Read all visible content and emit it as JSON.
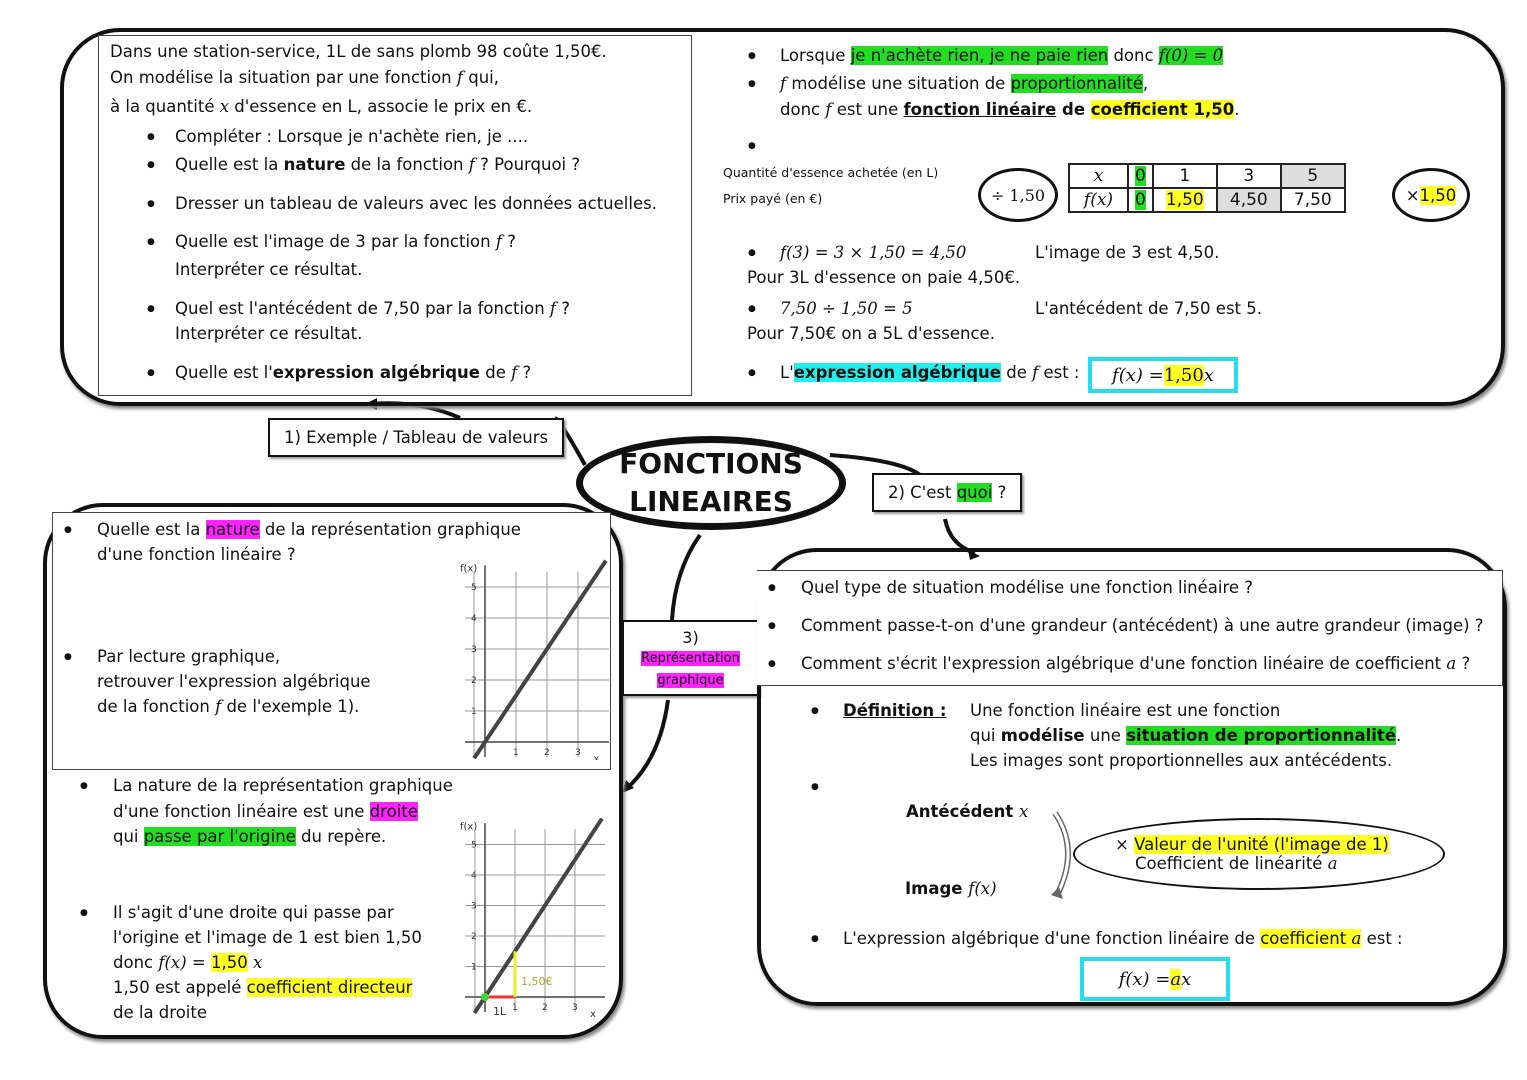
{
  "title": [
    "FONCTIONS",
    "LINEAIRES"
  ],
  "labels": {
    "ex": "1) Exemple / Tableau de valeurs",
    "quoi": [
      {
        "t": "2) C'est "
      },
      {
        "t": "quoi",
        "c": "green"
      },
      {
        "t": " ?"
      }
    ],
    "rep_num": "3)",
    "rep_text": "Représentation graphique"
  },
  "top_left": {
    "intro": [
      [
        {
          "t": "Dans une station-service, 1L de sans plomb 98 coûte 1,50€."
        }
      ],
      [
        {
          "t": "On modélise la situation par une fonction "
        },
        {
          "t": "f",
          "m": true
        },
        {
          "t": " qui,"
        }
      ],
      [
        {
          "t": "à la quantité "
        },
        {
          "t": "x",
          "m": true
        },
        {
          "t": " d'essence en L, associe le prix en €."
        }
      ]
    ],
    "questions": [
      [
        {
          "t": "Compléter : Lorsque je n'achète rien, je ...."
        }
      ],
      [
        {
          "t": "Quelle est la "
        },
        {
          "t": "nature",
          "b": true
        },
        {
          "t": " de la fonction "
        },
        {
          "t": "f",
          "m": true
        },
        {
          "t": " ? Pourquoi ?"
        }
      ],
      [
        {
          "t": "Dresser un tableau de valeurs avec les données actuelles."
        }
      ],
      [
        {
          "t": "Quelle est l'image de 3 par la fonction "
        },
        {
          "t": "f",
          "m": true
        },
        {
          "t": " ?"
        }
      ],
      [
        {
          "t": "Interpréter ce résultat."
        }
      ],
      [
        {
          "t": "Quel est l'antécédent de 7,50 par la fonction "
        },
        {
          "t": "f",
          "m": true
        },
        {
          "t": " ?"
        }
      ],
      [
        {
          "t": "Interpréter ce résultat."
        }
      ],
      [
        {
          "t": "Quelle est l'"
        },
        {
          "t": "expression algébrique",
          "b": true
        },
        {
          "t": " de "
        },
        {
          "t": "f",
          "m": true
        },
        {
          "t": " ?"
        }
      ]
    ]
  },
  "top_right": {
    "l1": [
      {
        "t": "Lorsque "
      },
      {
        "t": "je n'achète rien, je ne paie rien",
        "c": "green"
      },
      {
        "t": "    donc "
      },
      {
        "t": "f(0) = 0",
        "c": "green",
        "m": true
      }
    ],
    "l2": [
      {
        "t": "f",
        "m": true
      },
      {
        "t": " modélise une situation de "
      },
      {
        "t": "proportionnalité",
        "c": "green"
      },
      {
        "t": ","
      }
    ],
    "l3": [
      {
        "t": "donc "
      },
      {
        "t": "f",
        "m": true
      },
      {
        "t": " est une "
      },
      {
        "t": "fonction linéaire",
        "b": true,
        "u": true
      },
      {
        "t": " de ",
        "b": true
      },
      {
        "t": "coefficient 1,50",
        "b": true,
        "c": "yellow"
      },
      {
        "t": "."
      }
    ],
    "row_labels": [
      "Quantité d'essence achetée (en L)",
      "Prix payé (en €)"
    ],
    "table": {
      "x_label": "x",
      "fx_label": "f(x)",
      "x": [
        "0",
        "1",
        "3",
        "5"
      ],
      "fx": [
        "0",
        "1,50",
        "4,50",
        "7,50"
      ]
    },
    "div_op": "÷ 1,50",
    "mul_op": "× ",
    "mul_val": "1,50",
    "image_calc": "f(3) =  3 × 1,50 = 4,50",
    "image_text": "L'image de 3 est 4,50.",
    "image_interp": "Pour 3L d'essence on paie 4,50€.",
    "ante_calc": "7,50  ÷ 1,50 = 5",
    "ante_text": "L'antécédent de 7,50 est 5.",
    "ante_interp": "Pour 7,50€ on a 5L d'essence.",
    "expr": [
      {
        "t": "L'"
      },
      {
        "t": "expression algébrique",
        "b": true,
        "c": "cyan"
      },
      {
        "t": " de "
      },
      {
        "t": "f",
        "m": true
      },
      {
        "t": " est :"
      }
    ],
    "formula": [
      {
        "t": "f(x) = ",
        "m": true
      },
      {
        "t": "1,50",
        "c": "yellow"
      },
      {
        "t": " x",
        "m": true
      }
    ]
  },
  "left": {
    "q1": [
      [
        {
          "t": "Quelle est la "
        },
        {
          "t": "nature",
          "c": "magenta"
        },
        {
          "t": " de la représentation graphique"
        }
      ],
      [
        {
          "t": "d'une fonction linéaire ?"
        }
      ]
    ],
    "q2": [
      [
        {
          "t": "Par lecture graphique,"
        }
      ],
      [
        {
          "t": "retrouver l'expression algébrique"
        }
      ],
      [
        {
          "t": "de la fonction "
        },
        {
          "t": "f",
          "m": true
        },
        {
          "t": " de l'exemple 1)."
        }
      ]
    ],
    "a1": [
      [
        {
          "t": "La nature de la représentation graphique"
        }
      ],
      [
        {
          "t": "d'une fonction linéaire est une "
        },
        {
          "t": "droite",
          "c": "magenta"
        }
      ],
      [
        {
          "t": "qui "
        },
        {
          "t": "passe par l'origine",
          "c": "green"
        },
        {
          "t": " du repère."
        }
      ]
    ],
    "a2": [
      [
        {
          "t": "Il s'agit d'une droite qui passe par"
        }
      ],
      [
        {
          "t": "l'origine et l'image de 1 est bien 1,50"
        }
      ],
      [
        {
          "t": "donc  "
        },
        {
          "t": "f(x) = ",
          "m": true
        },
        {
          "t": "1,50",
          "c": "yellow"
        },
        {
          "t": " x",
          "m": true
        }
      ],
      [
        {
          "t": "1,50 est appelé "
        },
        {
          "t": "coefficient directeur",
          "c": "yellow"
        }
      ],
      [
        {
          "t": "de la droite"
        }
      ]
    ],
    "graph": {
      "ylabel": "f(x)",
      "xlabel": "x",
      "xticks": [
        "1",
        "2",
        "3"
      ],
      "yticks": [
        "1",
        "2",
        "3",
        "4",
        "5"
      ],
      "slope": 1.5,
      "annot_y": "1,50€",
      "annot_x": "1L"
    }
  },
  "right": {
    "questions": [
      [
        {
          "t": "Quel type de situation modélise une fonction linéaire ?"
        }
      ],
      [
        {
          "t": "Comment passe-t-on d'une grandeur (antécédent) à une autre grandeur (image) ?"
        }
      ],
      [
        {
          "t": "Comment s'écrit l'expression algébrique d'une fonction linéaire de coefficient "
        },
        {
          "t": "a",
          "m": true
        },
        {
          "t": " ?"
        }
      ]
    ],
    "def_label": "Définition :",
    "def": [
      [
        {
          "t": "Une fonction linéaire est une fonction"
        }
      ],
      [
        {
          "t": " qui "
        },
        {
          "t": "modélise",
          "b": true
        },
        {
          "t": " une "
        },
        {
          "t": "situation de proportionnalité",
          "b": true,
          "c": "green"
        },
        {
          "t": "."
        }
      ],
      [
        {
          "t": "Les images sont proportionnelles aux antécédents."
        }
      ]
    ],
    "ante": [
      {
        "t": "Antécédent   ",
        "b": true
      },
      {
        "t": "x",
        "m": true
      }
    ],
    "image": [
      {
        "t": "Image      ",
        "b": true
      },
      {
        "t": "f(x)",
        "m": true
      }
    ],
    "ell1": [
      {
        "t": "× "
      },
      {
        "t": "Valeur de l'unité (l'image de 1)",
        "c": "yellow"
      }
    ],
    "ell2": [
      {
        "t": "Coefficient de linéarité "
      },
      {
        "t": "a",
        "m": true
      }
    ],
    "expr": [
      {
        "t": "L'expression algébrique d'une fonction linéaire de "
      },
      {
        "t": "coefficient ",
        "c": "yellow"
      },
      {
        "t": "a",
        "c": "yellow",
        "m": true
      },
      {
        "t": " est :"
      }
    ],
    "formula": [
      {
        "t": "f(x) = ",
        "m": true
      },
      {
        "t": "a",
        "c": "yellow",
        "m": true
      },
      {
        "t": "  x",
        "m": true
      }
    ]
  }
}
